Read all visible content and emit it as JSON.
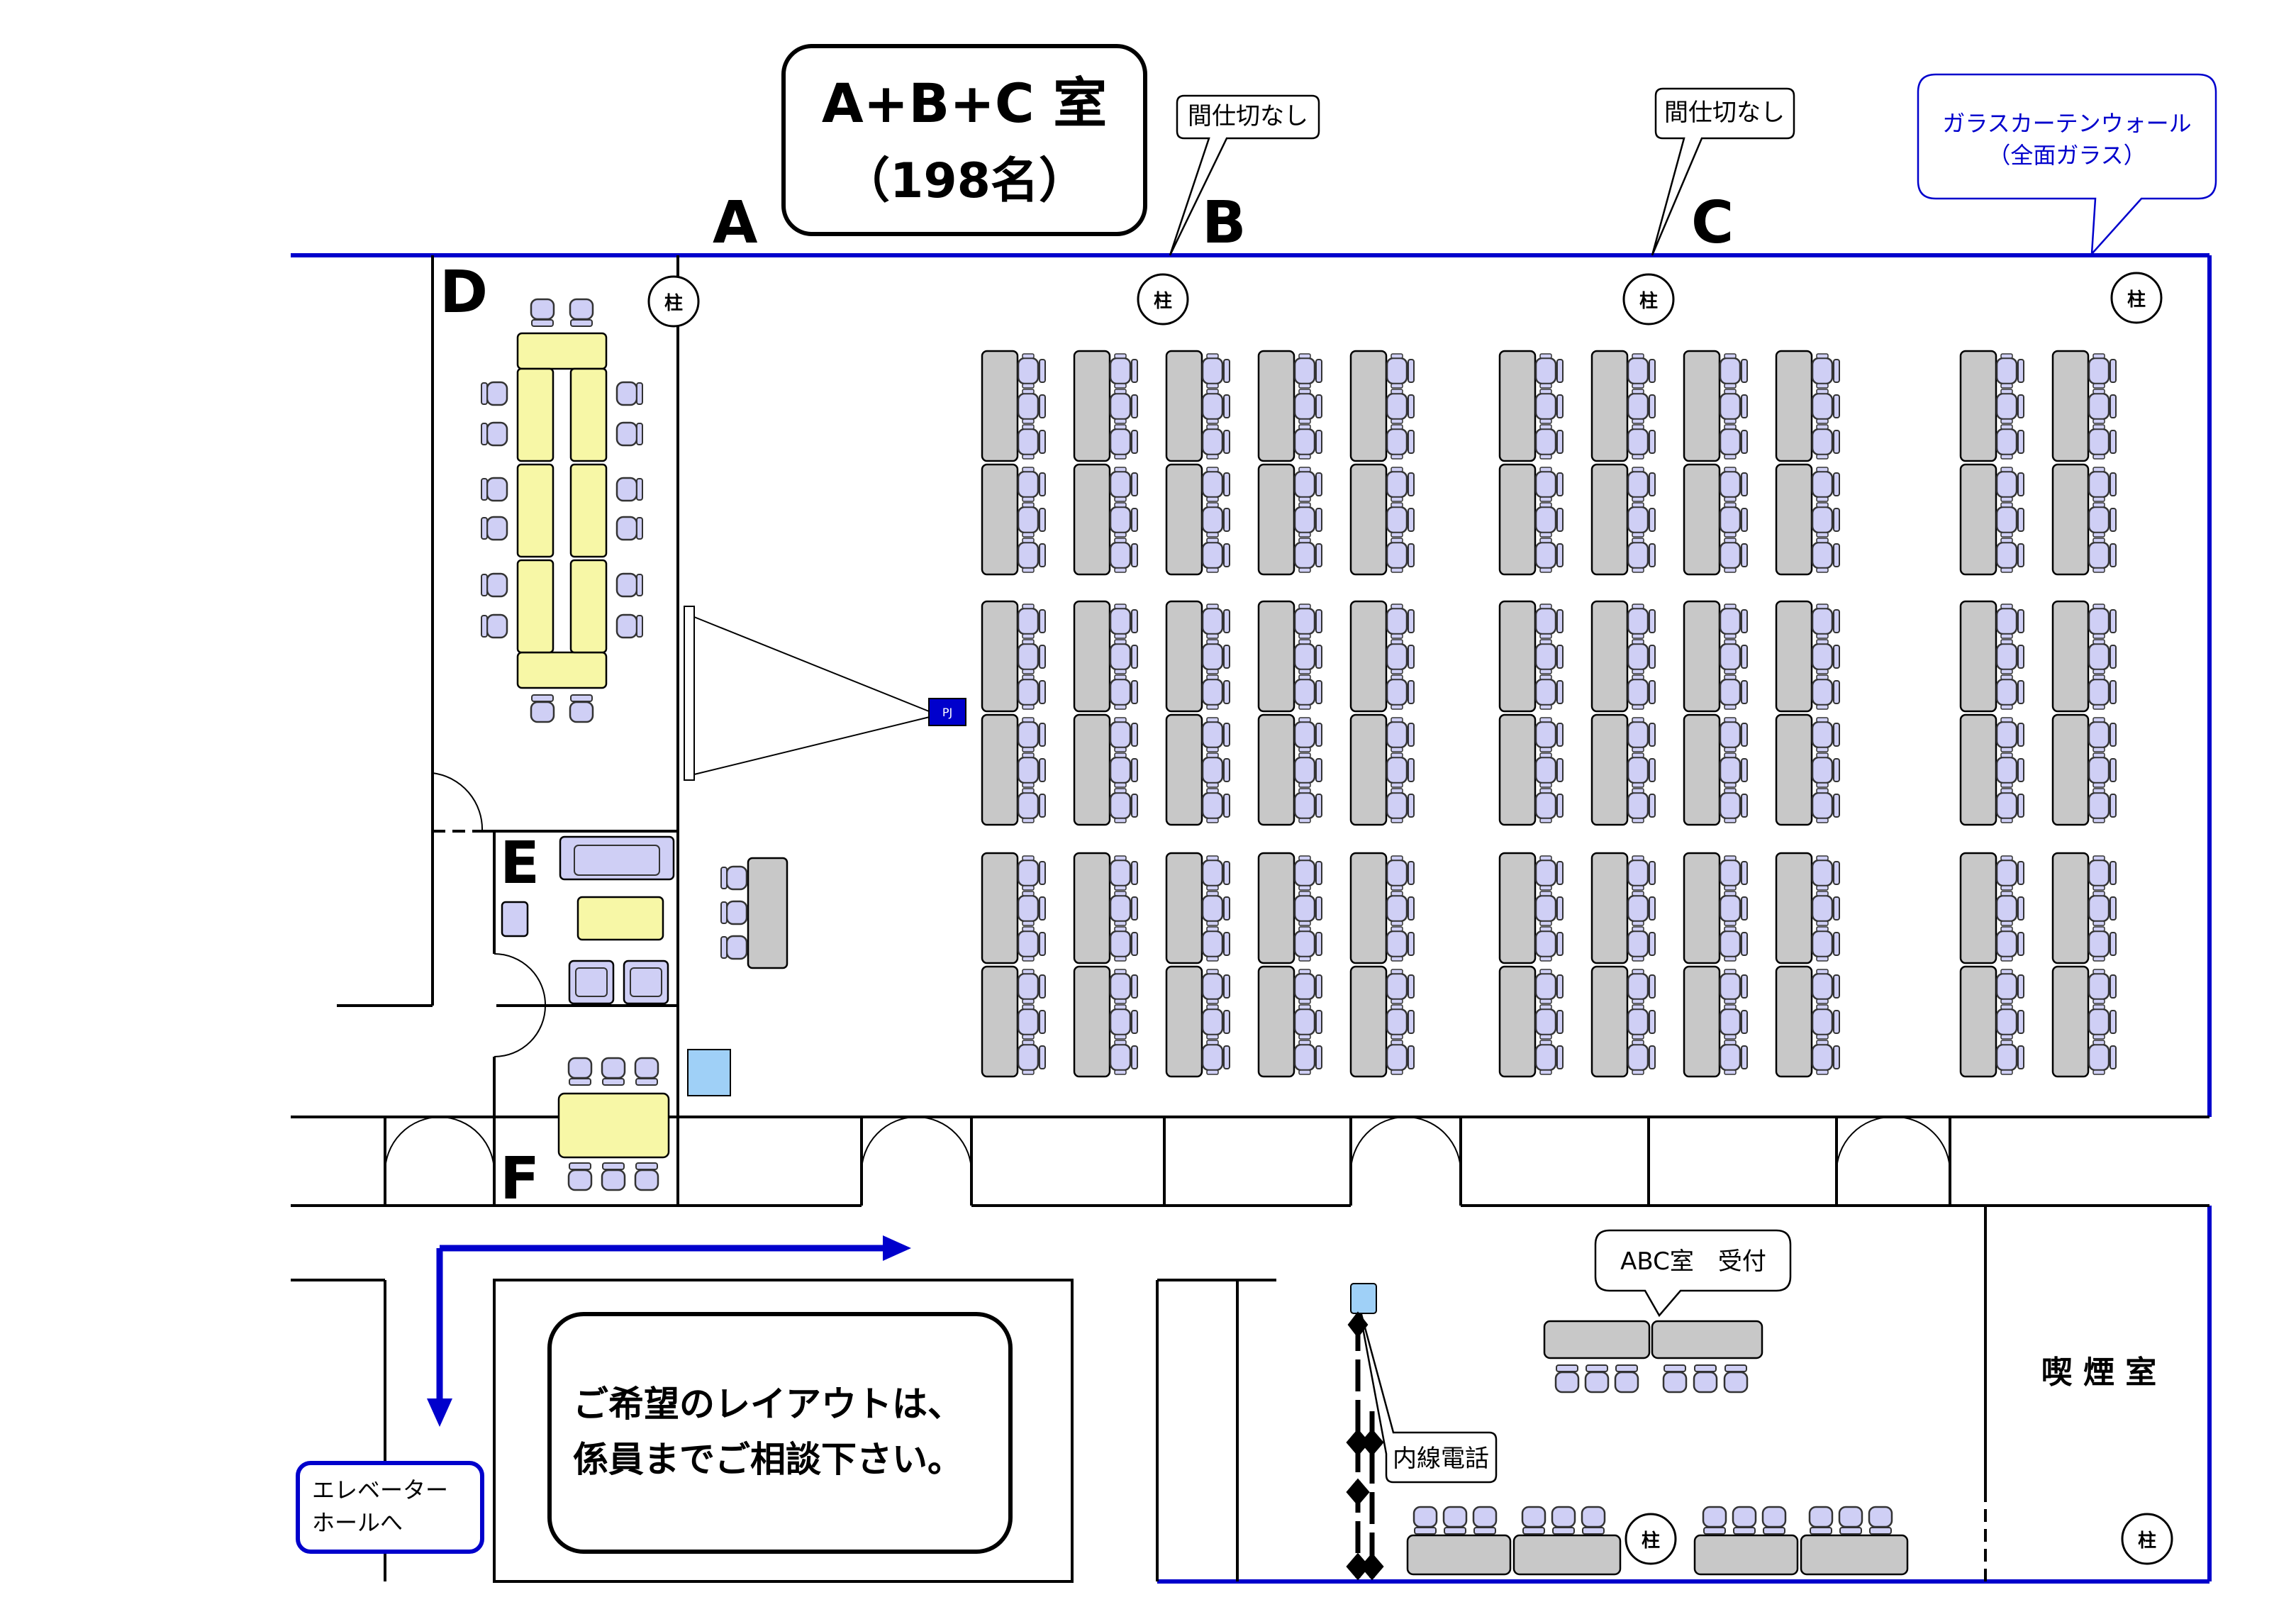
{
  "title": {
    "line1": "A+B+C 室",
    "line2": "（198名）"
  },
  "section_labels": {
    "a": "A",
    "b": "B",
    "c": "C",
    "d": "D",
    "e": "E",
    "f": "F"
  },
  "callouts": {
    "no_partition_1": "間仕切なし",
    "no_partition_2": "間仕切なし",
    "glass_wall_line1": "ガラスカーテンウォール",
    "glass_wall_line2": "（全面ガラス）",
    "reception": "ABC室　受付",
    "phone": "内線電話",
    "elevator_line1": "エレベーター",
    "elevator_line2": "ホールへ"
  },
  "notice": {
    "line1": "ご希望のレイアウトは、",
    "line2": "係員までご相談下さい。"
  },
  "smoking_room": "喫 煙 室",
  "pillar": "柱",
  "projector": "PJ",
  "colors": {
    "wall": "#0000cc",
    "chair": "#cfcff5",
    "desk": "#c8c8c8",
    "table": "#f7f7a6",
    "phone": "#9fd0f7"
  }
}
